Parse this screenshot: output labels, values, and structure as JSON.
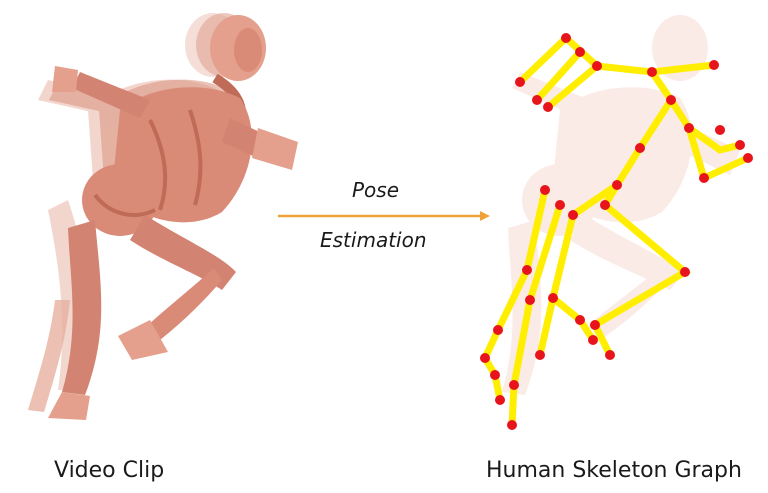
{
  "left_panel": {
    "caption": "Video Clip"
  },
  "arrow": {
    "line1": "Pose",
    "line2": "Estimation",
    "color": "#f0a23a"
  },
  "right_panel": {
    "caption": "Human Skeleton Graph"
  },
  "colors": {
    "muscle": "#d98b78",
    "muscle_dark": "#c06a58",
    "muscle_faded": "#f6dcd4",
    "bone_line": "#ffee00",
    "joint": "#e8141c"
  }
}
